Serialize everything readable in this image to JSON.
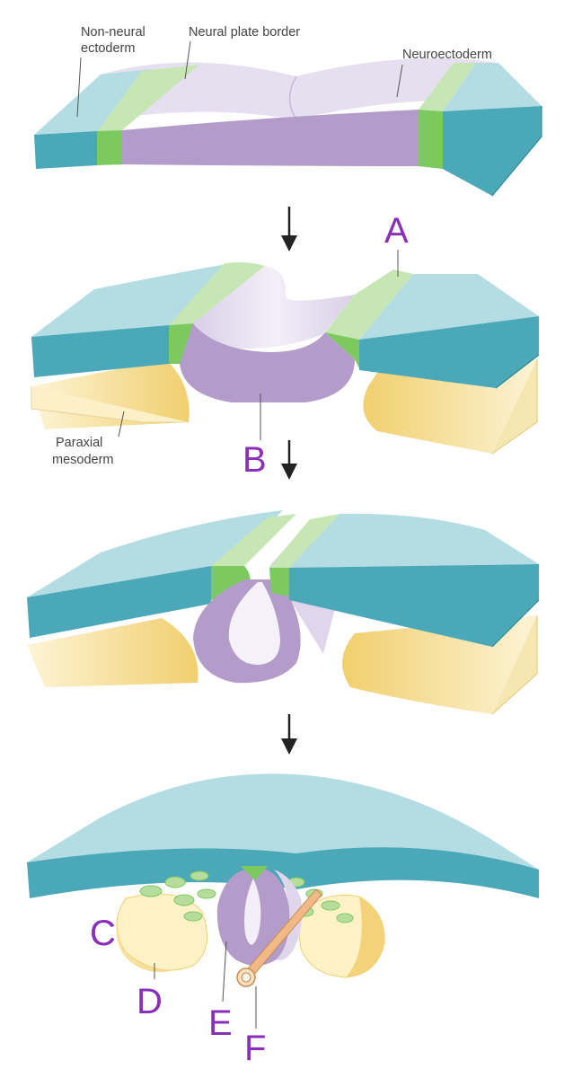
{
  "labels": {
    "non_neural_ectoderm_1": "Non-neural",
    "non_neural_ectoderm_2": "ectoderm",
    "neural_plate_border": "Neural plate border",
    "neuroectoderm": "Neuroectoderm",
    "paraxial_mesoderm_1": "Paraxial",
    "paraxial_mesoderm_2": "mesoderm"
  },
  "markers": {
    "a": "A",
    "b": "B",
    "c": "C",
    "d": "D",
    "e": "E",
    "f": "F"
  },
  "colors": {
    "ectoderm_top": "#b3dde2",
    "ectoderm_side": "#4aa8b8",
    "border_top": "#c3e6b0",
    "border_side": "#7cc95f",
    "neural_top": "#e7e0f0",
    "neural_side": "#b39cc9",
    "mesoderm": "#fbf0c8",
    "mesoderm_shade": "#f3d27a",
    "marker_text": "#8a2fb8",
    "arrow": "#222222"
  }
}
